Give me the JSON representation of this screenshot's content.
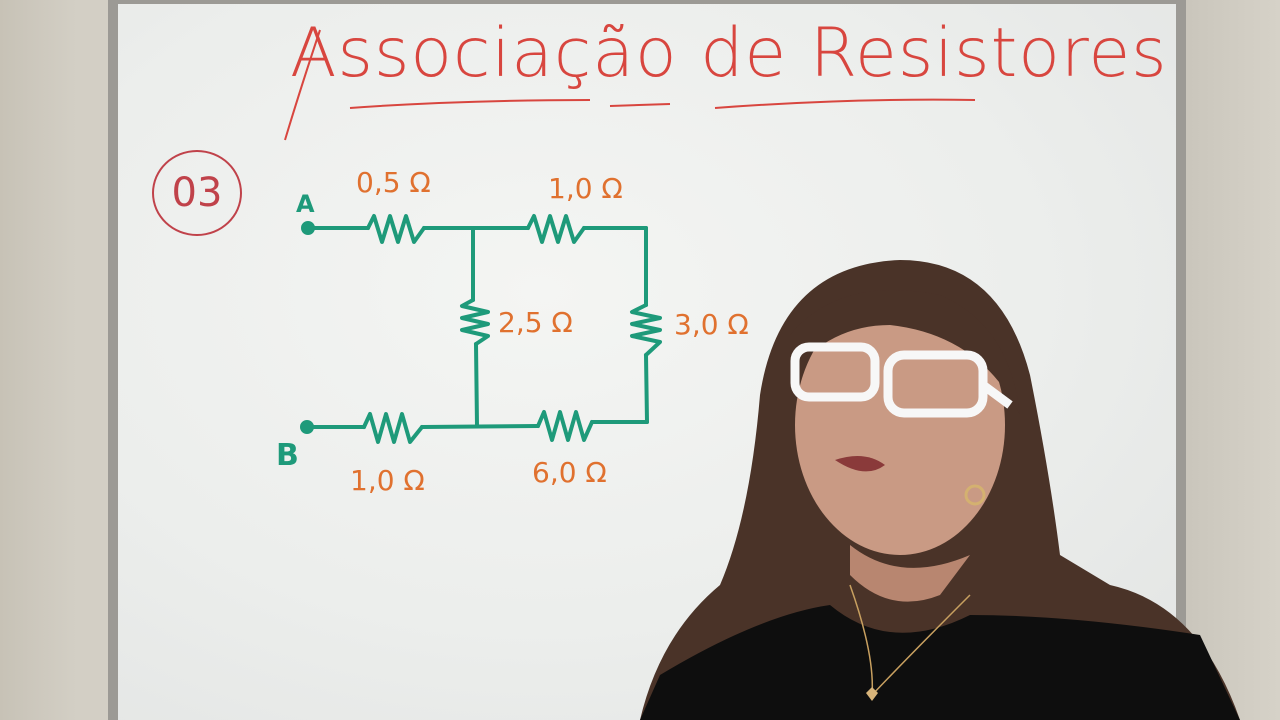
{
  "whiteboard": {
    "title": "Associação de Resistores",
    "problem_number": "03",
    "nodes": {
      "a": "A",
      "b": "B"
    },
    "resistors": [
      {
        "id": "r1",
        "value": "0,5 Ω",
        "position": "top-left"
      },
      {
        "id": "r2",
        "value": "1,0 Ω",
        "position": "top-right"
      },
      {
        "id": "r3",
        "value": "2,5 Ω",
        "position": "middle-vertical"
      },
      {
        "id": "r4",
        "value": "3,0 Ω",
        "position": "right-vertical"
      },
      {
        "id": "r5",
        "value": "1,0 Ω",
        "position": "bottom-left"
      },
      {
        "id": "r6",
        "value": "6,0 Ω",
        "position": "bottom-right"
      }
    ],
    "colors": {
      "title": "#d8463f",
      "wire": "#1e9a7a",
      "labels": "#e0712f",
      "circle": "#c0424a"
    }
  },
  "scene": {
    "subject": "presenter with white glasses in front of whiteboard"
  }
}
